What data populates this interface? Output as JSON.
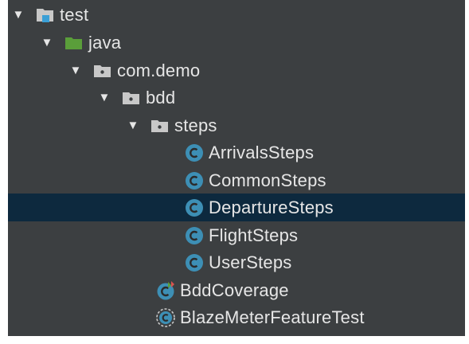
{
  "tree": {
    "items": [
      {
        "label": "test",
        "icon": "test-folder-icon",
        "expanded": true
      },
      {
        "label": "java",
        "icon": "source-root-folder-icon",
        "expanded": true
      },
      {
        "label": "com.demo",
        "icon": "package-icon",
        "expanded": true
      },
      {
        "label": "bdd",
        "icon": "package-icon",
        "expanded": true
      },
      {
        "label": "steps",
        "icon": "package-icon",
        "expanded": true
      },
      {
        "label": "ArrivalsSteps",
        "icon": "class-icon"
      },
      {
        "label": "CommonSteps",
        "icon": "class-icon"
      },
      {
        "label": "DepartureSteps",
        "icon": "class-icon",
        "selected": true
      },
      {
        "label": "FlightSteps",
        "icon": "class-icon"
      },
      {
        "label": "UserSteps",
        "icon": "class-icon"
      },
      {
        "label": "BddCoverage",
        "icon": "test-class-icon"
      },
      {
        "label": "BlazeMeterFeatureTest",
        "icon": "abstract-class-icon"
      }
    ]
  },
  "colors": {
    "background": "#3c3f41",
    "selection": "#0d293e",
    "text": "#e6e6e6",
    "class_badge": "#3d8fb5",
    "source_folder": "#5a9e3a",
    "package_folder": "#c8c8c8",
    "test_folder_marker": "#3a9fd6"
  }
}
